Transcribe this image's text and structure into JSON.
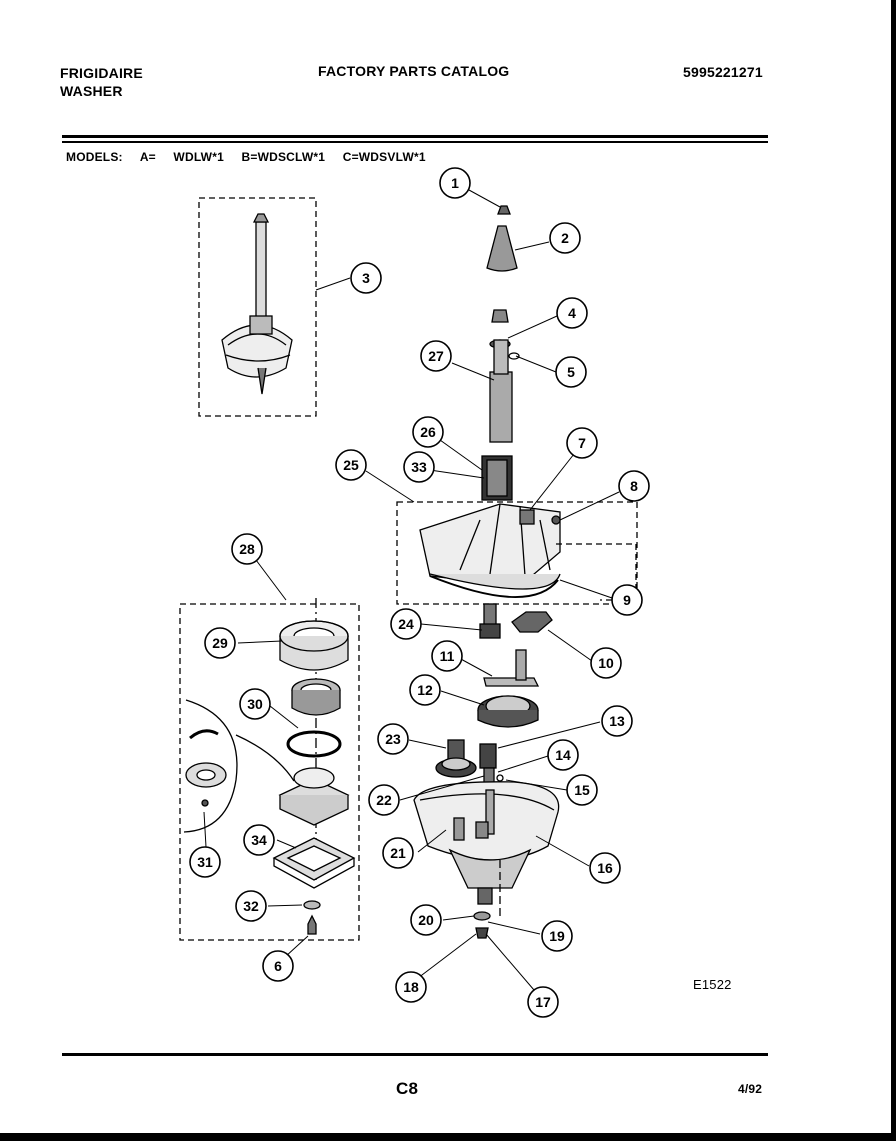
{
  "header": {
    "brand_line1": "FRIGIDAIRE",
    "brand_line2": "WASHER",
    "catalog_title": "FACTORY PARTS CATALOG",
    "catalog_number": "5995221271",
    "models": "MODELS: A= WDLW*1 B=WDSCLW*1 C=WDSVLW*1"
  },
  "footer": {
    "page": "C8",
    "date": "4/92",
    "figure_id": "E1522"
  },
  "callouts": [
    "1",
    "2",
    "3",
    "4",
    "5",
    "6",
    "7",
    "8",
    "9",
    "10",
    "11",
    "12",
    "13",
    "14",
    "15",
    "16",
    "17",
    "18",
    "19",
    "20",
    "21",
    "22",
    "23",
    "24",
    "25",
    "26",
    "27",
    "28",
    "29",
    "30",
    "31",
    "32",
    "33",
    "34"
  ]
}
